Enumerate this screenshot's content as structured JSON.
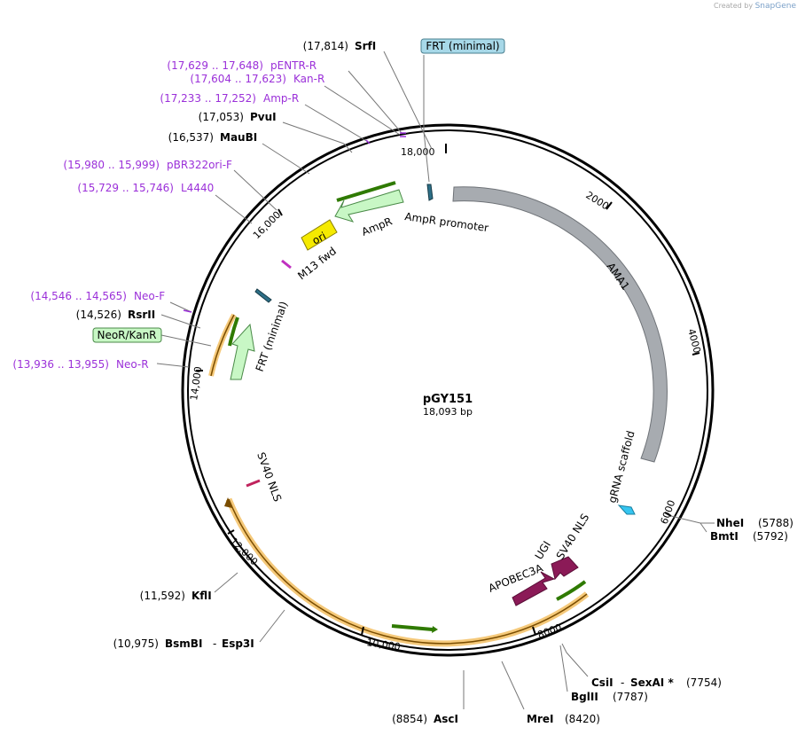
{
  "credit": {
    "prefix": "Created by",
    "brand": "SnapGene"
  },
  "plasmid": {
    "name": "pGY151",
    "length_label": "18,093 bp"
  },
  "ticks": [
    {
      "label": "18,000"
    },
    {
      "label": "2000"
    },
    {
      "label": "4000"
    },
    {
      "label": "6000"
    },
    {
      "label": "8000"
    },
    {
      "label": "10,000"
    },
    {
      "label": "12,000"
    },
    {
      "label": "14,000"
    },
    {
      "label": "16,000"
    }
  ],
  "features": [
    {
      "name": "AMA1",
      "color": "#a7abb0"
    },
    {
      "name": "gRNA scaffold",
      "color": "#35c5f0"
    },
    {
      "name": "SV40 NLS",
      "color": "#8b1a57"
    },
    {
      "name": "UGI",
      "color": "#8b1a57"
    },
    {
      "name": "APOBEC3A",
      "color": "#8b1a57"
    },
    {
      "name": "AmpR promoter",
      "color": "#ffffff"
    },
    {
      "name": "AmpR",
      "color": "#c8f7c5"
    },
    {
      "name": "ori",
      "color": "#f5ea00"
    },
    {
      "name": "M13 fwd",
      "color": "#c02fc0"
    },
    {
      "name": "FRT (minimal)",
      "color": "#2d6f87"
    },
    {
      "name": "SV40 NLS",
      "color": "#c0235d"
    }
  ],
  "sites": [
    {
      "pos": "(17,814)",
      "name": "SrfI",
      "name2": ""
    },
    {
      "pos": "(17,053)",
      "name": "PvuI",
      "name2": ""
    },
    {
      "pos": "(16,537)",
      "name": "MauBI",
      "name2": ""
    },
    {
      "pos": "(14,526)",
      "name": "RsrII",
      "name2": ""
    },
    {
      "pos": "(11,592)",
      "name": "KflI",
      "name2": ""
    },
    {
      "pos": "(10,975)",
      "name": "BsmBI",
      "name2": "Esp3I"
    },
    {
      "pos": "(8854)",
      "name": "AscI",
      "name2": ""
    },
    {
      "pos": "(8420)",
      "name": "MreI",
      "name2": ""
    },
    {
      "pos": "(7787)",
      "name": "BglII",
      "name2": ""
    },
    {
      "pos": "(7754)",
      "name": "CsiI",
      "name2": "SexAI *"
    },
    {
      "pos": "(5788)",
      "name": "NheI",
      "name2": ""
    },
    {
      "pos": "(5792)",
      "name": "BmtI",
      "name2": ""
    }
  ],
  "primers": [
    {
      "range": "(17,629 .. 17,648)",
      "name": "pENTR-R"
    },
    {
      "range": "(17,604 .. 17,623)",
      "name": "Kan-R"
    },
    {
      "range": "(17,233 .. 17,252)",
      "name": "Amp-R"
    },
    {
      "range": "(15,980 .. 15,999)",
      "name": "pBR322ori-F"
    },
    {
      "range": "(15,729 .. 15,746)",
      "name": "L4440"
    },
    {
      "range": "(14,546 .. 14,565)",
      "name": "Neo-F"
    },
    {
      "range": "(13,936 .. 13,955)",
      "name": "Neo-R"
    }
  ],
  "boxed_labels": [
    {
      "name": "FRT (minimal)",
      "color": "#a7d8e8"
    },
    {
      "name": "NeoR/KanR",
      "color": "#c8f7c5"
    }
  ]
}
